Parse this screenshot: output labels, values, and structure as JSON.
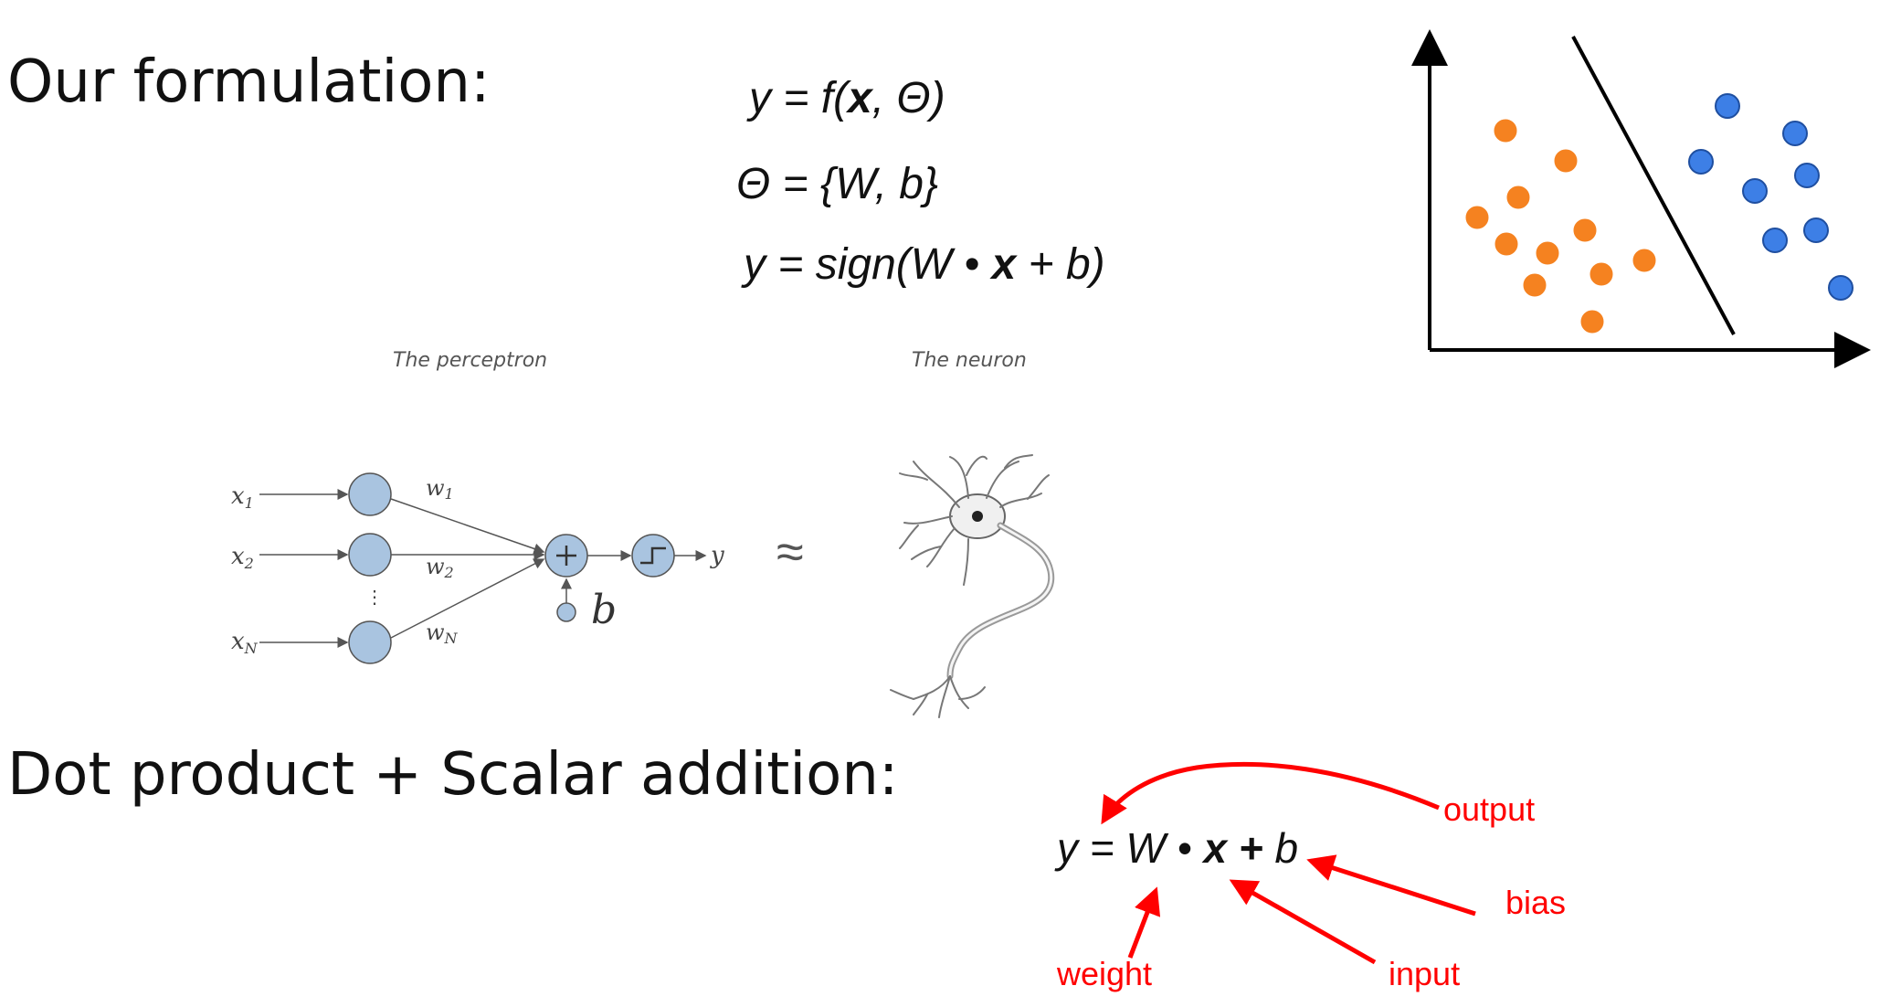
{
  "headings": {
    "formulation": "Our formulation:",
    "dot_product": "Dot product + Scalar addition:"
  },
  "formulas": {
    "f1": {
      "y": "y",
      "eq": " = f(",
      "x": "x",
      "rest": ", Θ)"
    },
    "f2": {
      "theta": "Θ",
      "rest": "  = {W, b}"
    },
    "f3": {
      "y": "y",
      "eq": " = sign(W • ",
      "x": "x",
      "rest": " + b)"
    },
    "annotated": {
      "y": "y",
      "eq": " = W • ",
      "x": "x",
      "plus": " + ",
      "b": "b"
    }
  },
  "captions": {
    "perceptron": "The perceptron",
    "neuron": "The neuron"
  },
  "perceptron": {
    "inputs": [
      "x₁",
      "x₂",
      "⋮",
      "x_N"
    ],
    "input_main": [
      "x",
      "x",
      "x"
    ],
    "input_sub": [
      "1",
      "2",
      "N"
    ],
    "weight_main": [
      "w",
      "w",
      "w"
    ],
    "weight_sub": [
      "1",
      "2",
      "N"
    ],
    "bias": "b",
    "output": "y",
    "approx": "≈"
  },
  "annotations": {
    "output": "output",
    "bias": "bias",
    "input": "input",
    "weight": "weight",
    "color": "#ff0000"
  },
  "scatter": {
    "orange_color": "#f58220",
    "blue_color": "#3d7fe6"
  }
}
